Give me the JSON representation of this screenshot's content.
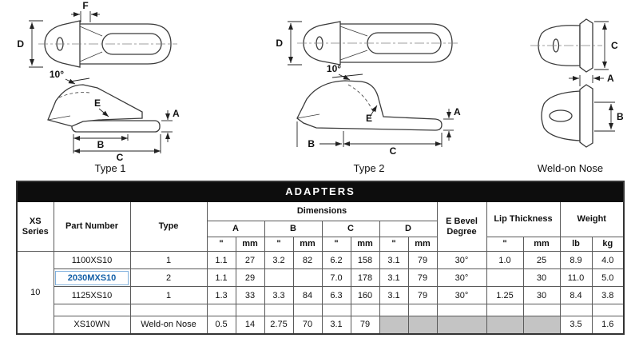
{
  "diagrams": {
    "type1": {
      "caption": "Type 1",
      "labels": {
        "d": "D",
        "f": "F",
        "angle": "10°",
        "e": "E",
        "a": "A",
        "b": "B",
        "c": "C"
      }
    },
    "type2": {
      "caption": "Type 2",
      "labels": {
        "d": "D",
        "angle": "10°",
        "e": "E",
        "a": "A",
        "b": "B",
        "c": "C"
      }
    },
    "weld_on": {
      "caption": "Weld-on Nose",
      "labels": {
        "c": "C",
        "a": "A",
        "b": "B"
      }
    }
  },
  "table": {
    "title": "ADAPTERS",
    "headers": {
      "xs_series": "XS Series",
      "part_number": "Part Number",
      "type": "Type",
      "dimensions": "Dimensions",
      "a": "A",
      "b": "B",
      "c": "C",
      "d": "D",
      "e_bevel": "E Bevel Degree",
      "lip_thickness": "Lip Thickness",
      "weight": "Weight",
      "unit_in": "\"",
      "unit_mm": "mm",
      "unit_lb": "lb",
      "unit_kg": "kg"
    },
    "xs_series_value": "10",
    "highlight_color": "#1460a8",
    "shaded_color": "#c4c4c4",
    "rows": [
      {
        "part_number": "1100XS10",
        "highlight": false,
        "blank": false,
        "type": "1",
        "values": [
          "1.1",
          "27",
          "3.2",
          "82",
          "6.2",
          "158",
          "3.1",
          "79",
          "30°",
          "1.0",
          "25",
          "8.9",
          "4.0"
        ],
        "shaded": []
      },
      {
        "part_number": "2030MXS10",
        "highlight": true,
        "blank": false,
        "type": "2",
        "values": [
          "1.1",
          "29",
          "",
          "",
          "7.0",
          "178",
          "3.1",
          "79",
          "30°",
          "",
          "30",
          "11.0",
          "5.0"
        ],
        "shaded": []
      },
      {
        "part_number": "1125XS10",
        "highlight": false,
        "blank": false,
        "type": "1",
        "values": [
          "1.3",
          "33",
          "3.3",
          "84",
          "6.3",
          "160",
          "3.1",
          "79",
          "30°",
          "1.25",
          "30",
          "8.4",
          "3.8"
        ],
        "shaded": []
      },
      {
        "part_number": "",
        "highlight": false,
        "blank": true,
        "type": "",
        "values": [
          "",
          "",
          "",
          "",
          "",
          "",
          "",
          "",
          "",
          "",
          "",
          "",
          ""
        ],
        "shaded": []
      },
      {
        "part_number": "XS10WN",
        "highlight": false,
        "blank": false,
        "type": "Weld-on Nose",
        "values": [
          "0.5",
          "14",
          "2.75",
          "70",
          "3.1",
          "79",
          "",
          "",
          "",
          "",
          "",
          "3.5",
          "1.6"
        ],
        "shaded": [
          6,
          7,
          8,
          9,
          10
        ]
      }
    ]
  }
}
